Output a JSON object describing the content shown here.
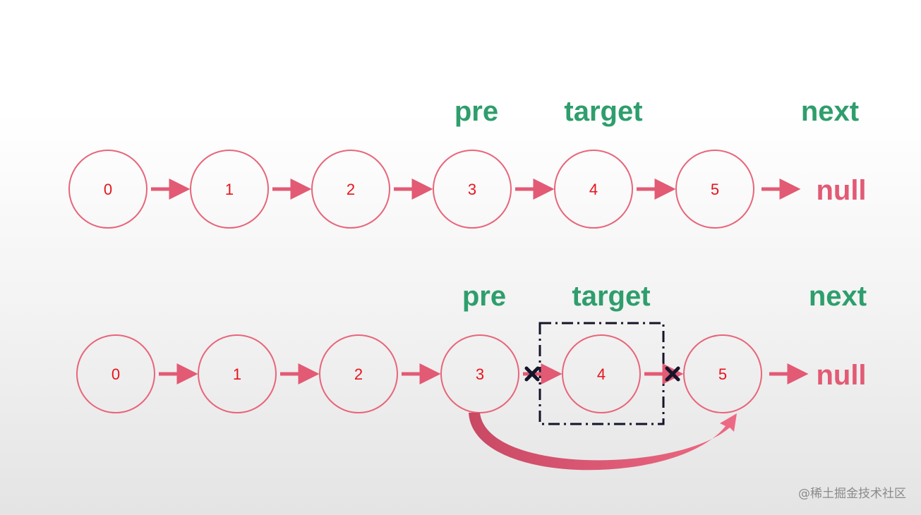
{
  "top_row": {
    "nodes": [
      "0",
      "1",
      "2",
      "3",
      "4",
      "5"
    ],
    "labels": {
      "pre": "pre",
      "target": "target",
      "next": "next"
    },
    "terminal": "null"
  },
  "bottom_row": {
    "nodes": [
      "0",
      "1",
      "2",
      "3",
      "4",
      "5"
    ],
    "labels": {
      "pre": "pre",
      "target": "target",
      "next": "next"
    },
    "terminal": "null"
  },
  "colors": {
    "node_stroke": "#e8657a",
    "node_text": "#e8131c",
    "arrow": "#e25a74",
    "pointer_label": "#2e9e6c",
    "cross": "#14142a"
  },
  "watermark": "@稀土掘金技术社区"
}
